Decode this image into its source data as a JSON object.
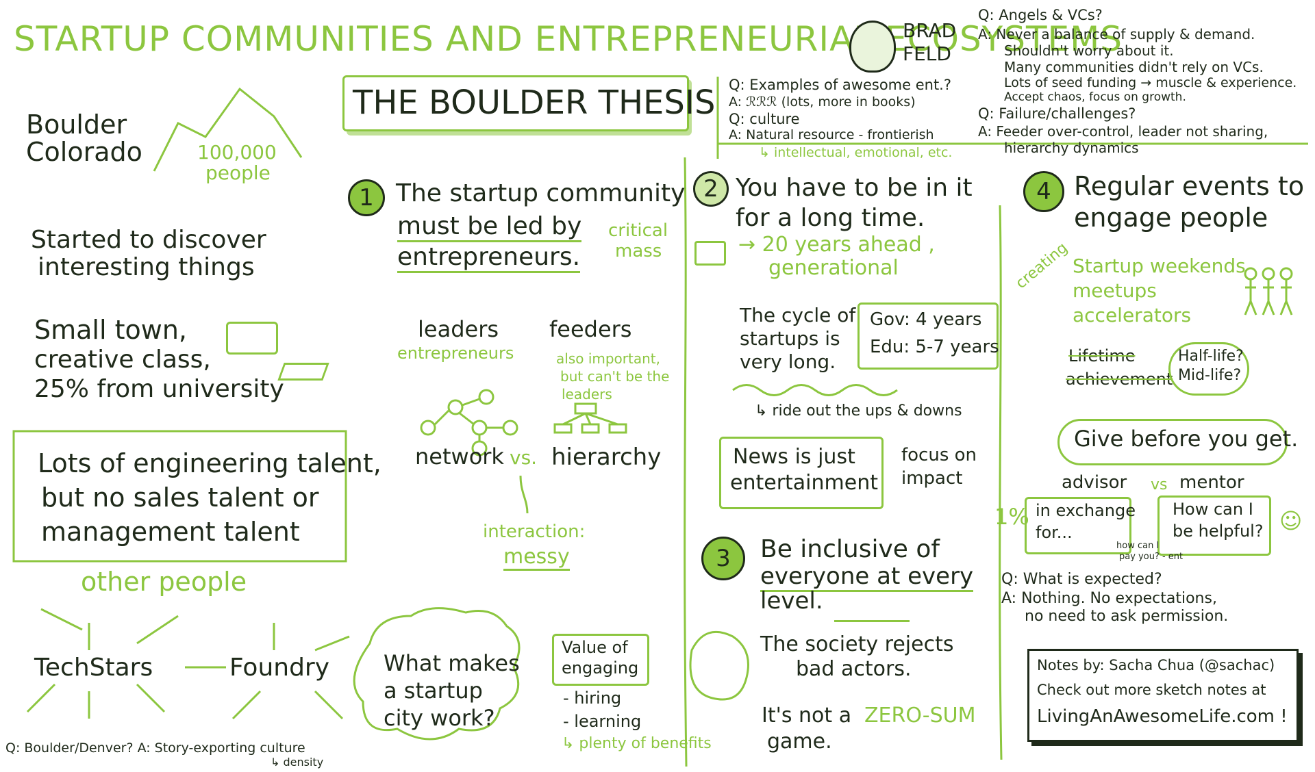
{
  "title": "STARTUP COMMUNITIES AND ENTREPRENEURIAL ECOSYSTEMS",
  "speaker": {
    "first": "BRAD",
    "last": "FELD"
  },
  "thesis_box": "THE BOULDER THESIS",
  "qa_top_middle": {
    "q1": "Q: Examples of awesome ent.?",
    "a1": "A: ℛℛℛ (lots, more in books)",
    "q2": "Q: culture",
    "a2": "A: Natural resource - frontierish",
    "a2_sub": "↳ intellectual, emotional, etc."
  },
  "qa_top_right": {
    "q1": "Q: Angels & VCs?",
    "a1_lines": [
      "A: Never a balance of supply & demand.",
      "Shouldn't worry about it.",
      "Many communities didn't rely on VCs.",
      "Lots of seed funding → muscle & experience.",
      "Accept chaos, focus on growth."
    ],
    "q2": "Q: Failure/challenges?",
    "a2_lines": [
      "A: Feeder over-control, leader not sharing,",
      "hierarchy dynamics"
    ]
  },
  "left": {
    "location": [
      "Boulder",
      "Colorado"
    ],
    "population": [
      "100,000",
      "people"
    ],
    "started": [
      "Started to discover",
      "interesting things"
    ],
    "small_town": [
      "Small town,",
      "creative class,",
      "25% from university"
    ],
    "talent": [
      "Lots of engineering talent,",
      "but no sales talent or",
      "management talent"
    ],
    "other_people": "other people",
    "techstars": "TechStars",
    "foundry": "Foundry",
    "bottom_q": "Q: Boulder/Denver? A: Story-exporting culture",
    "bottom_q_sub": "↳ density"
  },
  "point1": {
    "number": "1",
    "lines": [
      "The startup community",
      "must be led by",
      "entrepreneurs."
    ],
    "critical": [
      "critical",
      "mass"
    ],
    "leaders": "leaders",
    "leaders_sub": "entrepreneurs",
    "feeders": "feeders",
    "feeders_sub": [
      "also important,",
      "but can't be the",
      "leaders"
    ],
    "network": "network",
    "vs": "vs.",
    "hierarchy": "hierarchy",
    "interaction": [
      "interaction:",
      "messy"
    ]
  },
  "point2": {
    "number": "2",
    "lines": [
      "You have to be in it",
      "for a long time."
    ],
    "years": [
      "→ 20 years ahead ,",
      "generational"
    ],
    "cycle": [
      "The cycle of",
      "startups is",
      "very long."
    ],
    "gov": "Gov: 4 years",
    "edu": "Edu: 5-7 years",
    "ride": "↳ ride out the ups & downs",
    "news": [
      "News is just",
      "entertainment"
    ],
    "focus": [
      "focus on",
      "impact"
    ]
  },
  "point3": {
    "number": "3",
    "lines": [
      "Be inclusive of",
      "everyone at every",
      "level."
    ],
    "society": [
      "The society rejects",
      "bad actors."
    ],
    "zero": [
      "It's not a ",
      "ZERO-SUM",
      "game."
    ]
  },
  "point4": {
    "number": "4",
    "lines": [
      "Regular events to",
      "engage people"
    ],
    "creating": "creating",
    "events": [
      "Startup weekends",
      "meetups",
      "accelerators"
    ],
    "lifetime": [
      "Lifetime",
      "achievement"
    ],
    "halflife": [
      "Half-life?",
      "Mid-life?"
    ],
    "give": "Give before you get.",
    "advisor": "advisor",
    "vs": "vs",
    "mentor": "mentor",
    "percent": "1%",
    "exchange": [
      "in exchange",
      "for..."
    ],
    "helpful": [
      "How can I",
      "be helpful?"
    ],
    "howcan": [
      "how can I",
      "pay you? - ent"
    ],
    "q": "Q: What is expected?",
    "a": [
      "A: Nothing. No expectations,",
      "no need to ask permission."
    ]
  },
  "bottom_middle": {
    "city": [
      "What makes",
      "a startup",
      "city work?"
    ],
    "value_title": [
      "Value of",
      "engaging"
    ],
    "value_items": [
      "- hiring",
      "- learning",
      "↳ plenty of benefits"
    ]
  },
  "credits": {
    "line1": "Notes by: Sacha Chua (@sachac)",
    "line2": "Check out more sketch notes at",
    "line3": "LivingAnAwesomeLife.com !"
  },
  "colors": {
    "accent": "#8cc63f",
    "ink": "#1f2a1a"
  }
}
